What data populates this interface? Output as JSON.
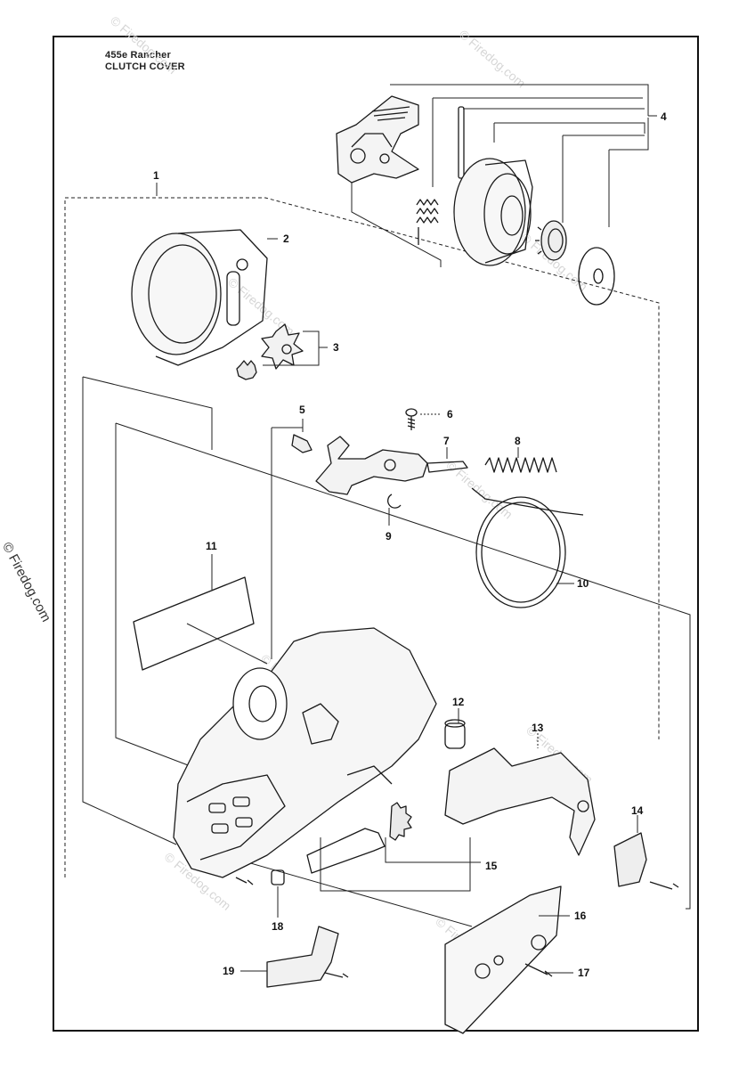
{
  "header": {
    "model": "455e Rancher",
    "section": "CLUTCH COVER"
  },
  "watermark": {
    "text": "© Firedog.com",
    "color": "#d6d6d6"
  },
  "callouts": [
    "1",
    "2",
    "3",
    "4",
    "5",
    "6",
    "7",
    "8",
    "9",
    "10",
    "11",
    "12",
    "13",
    "14",
    "15",
    "16",
    "17",
    "18",
    "19"
  ]
}
